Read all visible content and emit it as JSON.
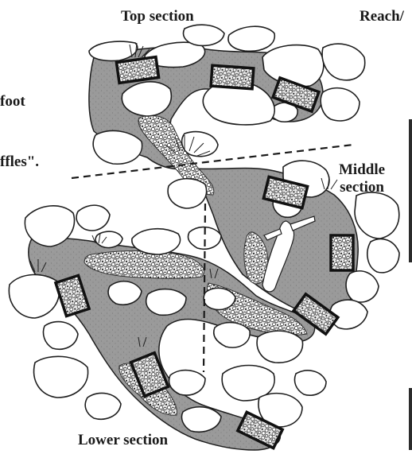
{
  "labels": {
    "top_section": "Top section",
    "reach": "Reach",
    "reach_tail": "/",
    "foot": "foot",
    "riffles": "ffles\".",
    "middle_line1": "Middle",
    "middle_line2": "section",
    "lower_section": "Lower section"
  },
  "colors": {
    "channel_fill": "#9a9a9a",
    "boulder_fill": "#ffffff",
    "outline": "#1e1e1e",
    "sample_box": "#111111",
    "section_divider": "#1a1a1a"
  }
}
